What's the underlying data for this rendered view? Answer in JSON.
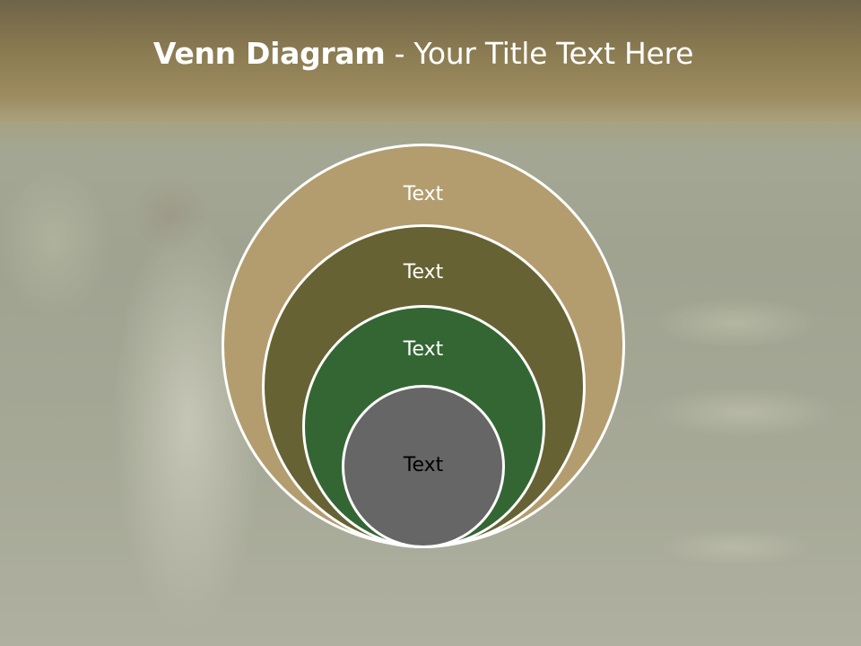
{
  "slide": {
    "title_bold": "Venn Diagram",
    "title_rest": " - Your Title Text Here"
  },
  "diagram": {
    "circles": [
      {
        "label": "Text",
        "fill": "#b39d6e",
        "text_color": "#ffffff"
      },
      {
        "label": "Text",
        "fill": "#666233",
        "text_color": "#ffffff"
      },
      {
        "label": "Text",
        "fill": "#336633",
        "text_color": "#ffffff"
      },
      {
        "label": "Text",
        "fill": "#666666",
        "text_color": "#000000"
      }
    ]
  },
  "colors": {
    "title_bar": "#8c7c52",
    "outline": "#ffffff"
  }
}
